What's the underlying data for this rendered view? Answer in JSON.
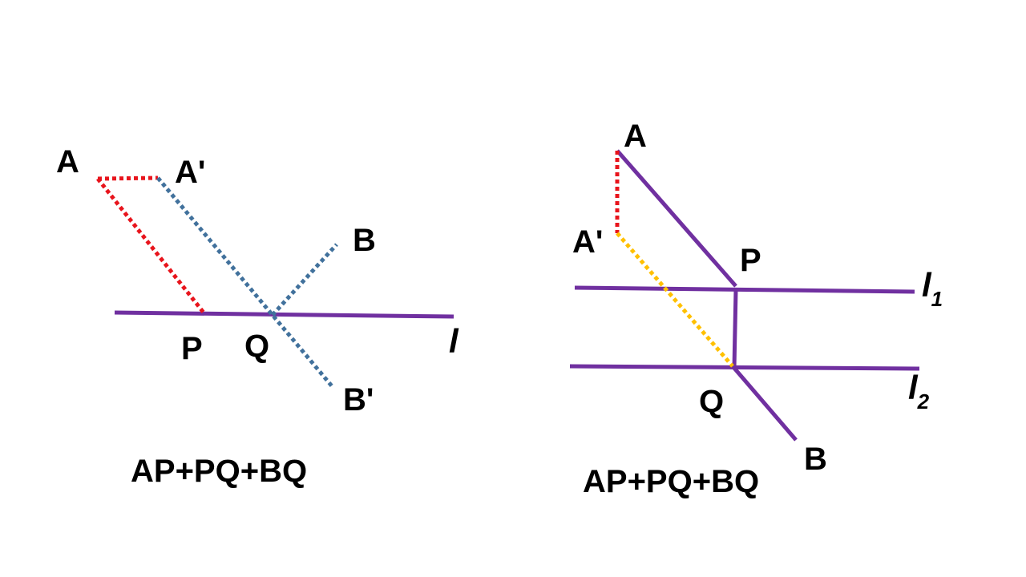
{
  "colors": {
    "line": "#7030A0",
    "dotted_red": "#E8141C",
    "dotted_steel": "#41719C",
    "dotted_yellow": "#FFC000",
    "text": "#000000"
  },
  "left_figure": {
    "point_labels": {
      "A": "A",
      "A_prime": "A'",
      "B": "B",
      "B_prime": "B'",
      "P": "P",
      "Q": "Q"
    },
    "line_label": "l",
    "formula": "AP+PQ+BQ"
  },
  "right_figure": {
    "point_labels": {
      "A": "A",
      "A_prime": "A'",
      "P": "P",
      "Q": "Q",
      "B": "B"
    },
    "line1_label": "l",
    "line1_subscript": "1",
    "line2_label": "l",
    "line2_subscript": "2",
    "formula": "AP+PQ+BQ"
  }
}
